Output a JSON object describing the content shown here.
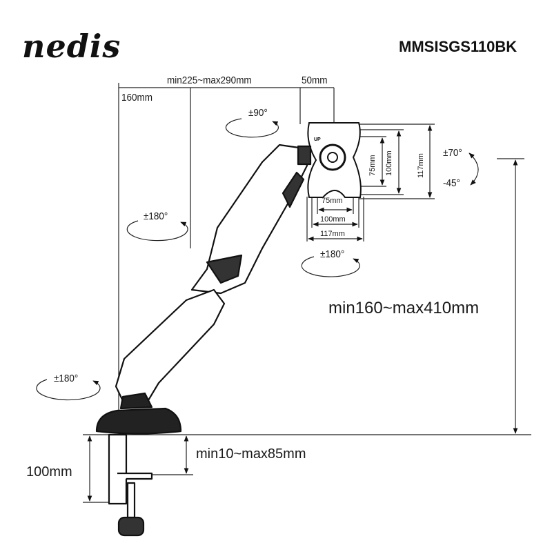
{
  "brand": {
    "logo_text": "nedis",
    "model": "MMSISGS110BK"
  },
  "dimensions": {
    "arm_reach": "min225~max290mm",
    "head_offset": "50mm",
    "base_offset": "160mm",
    "vesa_75": "75mm",
    "vesa_100": "100mm",
    "plate_117": "117mm",
    "height_range": "min160~max410mm",
    "clamp_thickness": "min10~max85mm",
    "clamp_depth": "100mm"
  },
  "rotations": {
    "head_swivel": "±90°",
    "tilt_up": "±70°",
    "tilt_down": "-45°",
    "elbow": "±180°",
    "screen_rotation": "±180°",
    "base": "±180°"
  },
  "plate_label": "UP"
}
